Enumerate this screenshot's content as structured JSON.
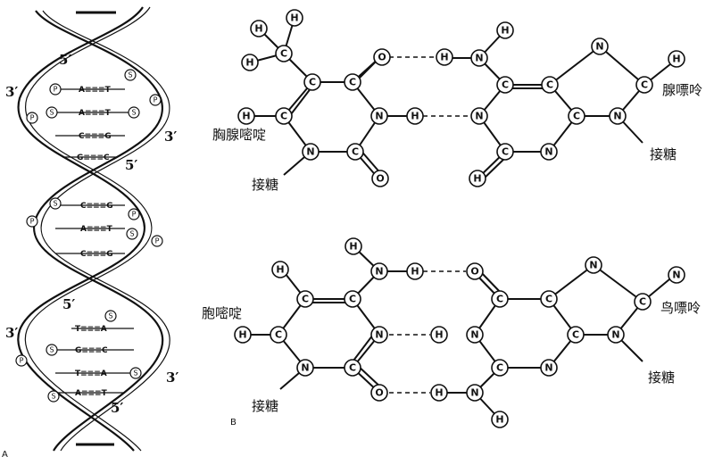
{
  "panel_labels": {
    "a": "A",
    "b": "B"
  },
  "helix": {
    "end_5_top": "5′",
    "end_3_top": "3′",
    "end_3_mid": "3′",
    "end_5_mid": "5′",
    "end_5_low": "5′",
    "end_3_low": "3′",
    "end_3_bottom": "3′",
    "end_5_bottom": "5′",
    "pairs_top": [
      "A≡≡≡T",
      "A≡≡≡T",
      "C≡≡≡G",
      "G≡≡≡C"
    ],
    "pairs_mid": [
      "C≡≡≡G",
      "A≡≡≡T",
      "C≡≡≡G"
    ],
    "pairs_low": [
      "T≡≡≡A",
      "G≡≡≡C",
      "T≡≡≡A",
      "A≡≡≡T"
    ],
    "node_P": "P",
    "node_S": "S"
  },
  "at_pair": {
    "thymine_label": "胸腺嘧啶",
    "adenine_label": "腺嘌呤",
    "sugar_left": "接糖",
    "sugar_right": "接糖"
  },
  "gc_pair": {
    "cytosine_label": "胞嘧啶",
    "guanine_label": "鸟嘌呤",
    "sugar_left": "接糖",
    "sugar_right": "接糖"
  },
  "atoms": {
    "H": "H",
    "C": "C",
    "N": "N",
    "O": "O"
  }
}
